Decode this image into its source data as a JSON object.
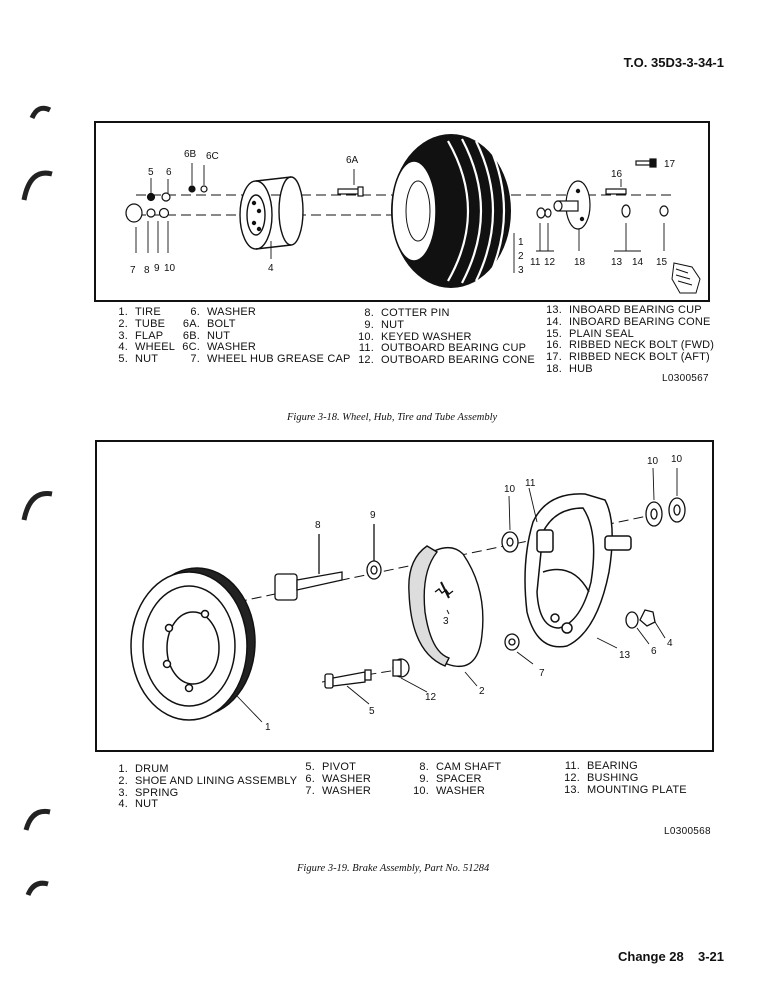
{
  "header": {
    "doc_number": "T.O. 35D3-3-34-1"
  },
  "figure_3_18": {
    "caption": "Figure 3-18.   Wheel, Hub, Tire and Tube Assembly",
    "drawing_code": "L0300567",
    "callouts": [
      "6B",
      "6C",
      "6A",
      "5",
      "6",
      "16",
      "17",
      "7",
      "8",
      "9",
      "10",
      "4",
      "1",
      "2",
      "3",
      "11",
      "12",
      "18",
      "13",
      "14",
      "15"
    ],
    "legend_columns": [
      [
        {
          "num": "1.",
          "text": "TIRE"
        },
        {
          "num": "2.",
          "text": "TUBE"
        },
        {
          "num": "3.",
          "text": "FLAP"
        },
        {
          "num": "4.",
          "text": "WHEEL"
        },
        {
          "num": "5.",
          "text": "NUT"
        }
      ],
      [
        {
          "num": "6.",
          "text": "WASHER"
        },
        {
          "num": "6A.",
          "text": "BOLT"
        },
        {
          "num": "6B.",
          "text": "NUT"
        },
        {
          "num": "6C.",
          "text": "WASHER"
        },
        {
          "num": "7.",
          "text": "WHEEL HUB GREASE CAP"
        }
      ],
      [
        {
          "num": "8.",
          "text": "COTTER PIN"
        },
        {
          "num": "9.",
          "text": "NUT"
        },
        {
          "num": "10.",
          "text": "KEYED WASHER"
        },
        {
          "num": "11.",
          "text": "OUTBOARD BEARING CUP"
        },
        {
          "num": "12.",
          "text": "OUTBOARD BEARING CONE"
        }
      ],
      [
        {
          "num": "13.",
          "text": "INBOARD BEARING CUP"
        },
        {
          "num": "14.",
          "text": "INBOARD BEARING CONE"
        },
        {
          "num": "15.",
          "text": "PLAIN SEAL"
        },
        {
          "num": "16.",
          "text": "RIBBED NECK BOLT (FWD)"
        },
        {
          "num": "17.",
          "text": "RIBBED NECK BOLT (AFT)"
        },
        {
          "num": "18.",
          "text": "HUB"
        }
      ]
    ]
  },
  "figure_3_19": {
    "caption": "Figure 3-19.   Brake Assembly, Part No. 51284",
    "drawing_code": "L0300568",
    "callouts": [
      "10",
      "10",
      "10",
      "11",
      "8",
      "9",
      "3",
      "2",
      "7",
      "13",
      "6",
      "4",
      "12",
      "5",
      "1"
    ],
    "legend_columns": [
      [
        {
          "num": "1.",
          "text": "DRUM"
        },
        {
          "num": "2.",
          "text": "SHOE AND LINING ASSEMBLY"
        },
        {
          "num": "3.",
          "text": "SPRING"
        },
        {
          "num": "4.",
          "text": "NUT"
        }
      ],
      [
        {
          "num": "5.",
          "text": "PIVOT"
        },
        {
          "num": "6.",
          "text": "WASHER"
        },
        {
          "num": "7.",
          "text": "WASHER"
        }
      ],
      [
        {
          "num": "8.",
          "text": "CAM SHAFT"
        },
        {
          "num": "9.",
          "text": "SPACER"
        },
        {
          "num": "10.",
          "text": "WASHER"
        }
      ],
      [
        {
          "num": "11.",
          "text": "BEARING"
        },
        {
          "num": "12.",
          "text": "BUSHING"
        },
        {
          "num": "13.",
          "text": "MOUNTING PLATE"
        }
      ]
    ]
  },
  "footer": {
    "change": "Change 28",
    "page": "3-21"
  }
}
